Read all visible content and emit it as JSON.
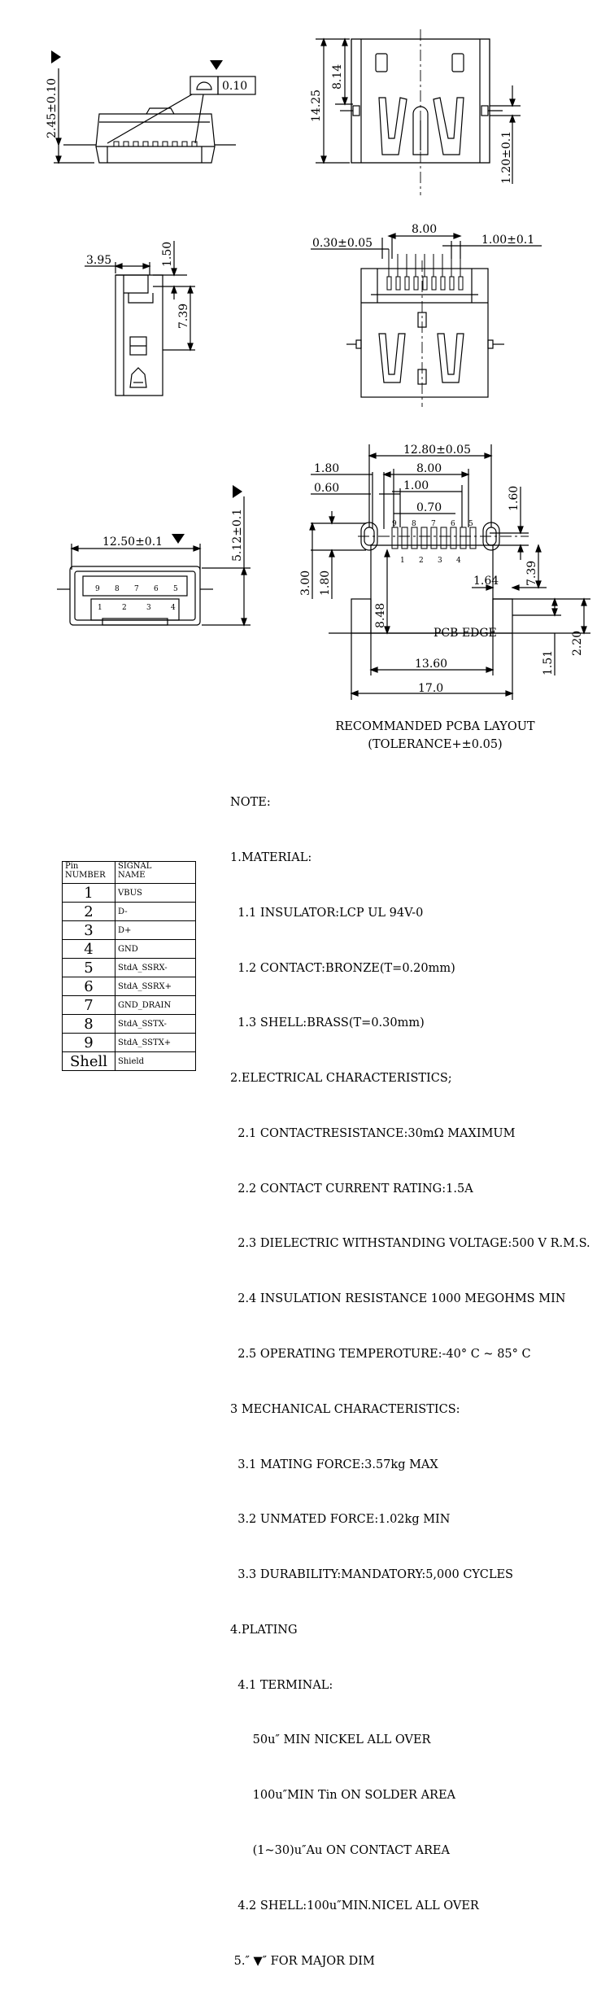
{
  "dims": {
    "d1": "2.45±0.10",
    "d2": "0.10",
    "d3": "14.25",
    "d4": "8.14",
    "d5": "1.20±0.1",
    "d6": "3.95",
    "d7": "1.50",
    "d8": "7.39",
    "d9": "8.00",
    "d10": "0.30±0.05",
    "d11": "1.00±0.1",
    "d12": "12.50±0.1",
    "d13": "5.12±0.1",
    "d14": "12.80±0.05",
    "d15": "1.80",
    "d16": "8.00",
    "d17": "0.60",
    "d18": "1.00",
    "d19": "0.70",
    "d20": "1.60",
    "d21": "3.00",
    "d22": "1.80",
    "d23": "1.64",
    "d24": "7.39",
    "d25": "8.48",
    "d26": "PCB EDGE",
    "d27": "13.60",
    "d28": "1.51",
    "d29": "2.20",
    "d30": "17.0"
  },
  "front_pins_top": [
    "9",
    "8",
    "7",
    "6",
    "5"
  ],
  "front_pins_bottom": [
    "1",
    "2",
    "3",
    "4"
  ],
  "pcb_pins_top": [
    "9",
    "8",
    "7",
    "6",
    "5"
  ],
  "pcb_pins_bottom": [
    "1",
    "2",
    "3",
    "4"
  ],
  "layout_title": "RECOMMANDED PCBA LAYOUT",
  "layout_tolerance": "(TOLERANCE+±0.05)",
  "notes": [
    "NOTE:",
    "1.MATERIAL:",
    "  1.1 INSULATOR:LCP UL 94V-0",
    "  1.2 CONTACT:BRONZE(T=0.20mm)",
    "  1.3 SHELL:BRASS(T=0.30mm)",
    "2.ELECTRICAL CHARACTERISTICS;",
    "  2.1 CONTACTRESISTANCE:30mΩ MAXIMUM",
    "  2.2 CONTACT CURRENT RATING:1.5A",
    "  2.3 DIELECTRIC WITHSTANDING VOLTAGE:500 V R.M.S.",
    "  2.4 INSULATION RESISTANCE 1000 MEGOHMS MIN",
    "  2.5 OPERATING TEMPEROTURE:-40° C ~ 85° C",
    "3 MECHANICAL CHARACTERISTICS:",
    "  3.1 MATING FORCE:3.57kg MAX",
    "  3.2 UNMATED FORCE:1.02kg MIN",
    "  3.3 DURABILITY:MANDATORY:5,000 CYCLES",
    "4.PLATING",
    "  4.1 TERMINAL:",
    "      50u″ MIN NICKEL ALL OVER",
    "      100u″MIN Tin ON SOLDER AREA",
    "      (1~30)u″Au ON CONTACT AREA",
    "  4.2 SHELL:100u″MIN.NICEL ALL OVER",
    " 5.″ ▼″ FOR MAJOR DIM"
  ],
  "pin_table": {
    "header_pin": [
      "Pin",
      "NUMBER"
    ],
    "header_signal": [
      "SIGNAL",
      "NAME"
    ],
    "rows": [
      {
        "pin": "1",
        "signal": "VBUS"
      },
      {
        "pin": "2",
        "signal": "D-"
      },
      {
        "pin": "3",
        "signal": "D+"
      },
      {
        "pin": "4",
        "signal": "GND"
      },
      {
        "pin": "5",
        "signal": "StdA_SSRX-"
      },
      {
        "pin": "6",
        "signal": "StdA_SSRX+"
      },
      {
        "pin": "7",
        "signal": "GND_DRAIN"
      },
      {
        "pin": "8",
        "signal": "StdA_SSTX-"
      },
      {
        "pin": "9",
        "signal": "StdA_SSTX+"
      },
      {
        "pin": "Shell",
        "signal": "Shield"
      }
    ]
  }
}
